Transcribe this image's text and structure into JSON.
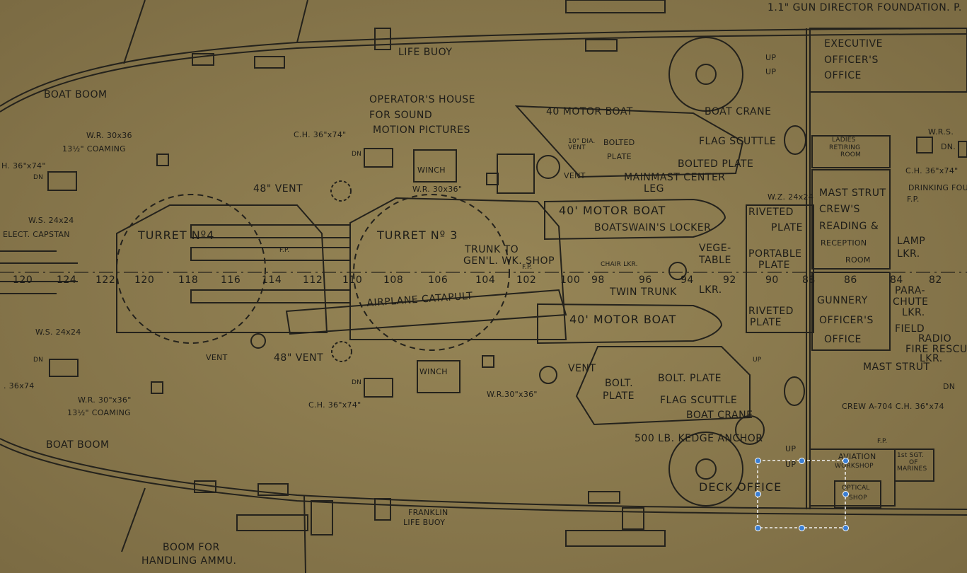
{
  "labels": {
    "gun_director": "1.1\" GUN DIRECTOR FOUNDATION. P.",
    "life_buoy": "LIFE BUOY",
    "boat_boom_top": "BOAT BOOM",
    "boat_boom_bottom": "BOAT BOOM",
    "executive_officer_1": "EXECUTIVE",
    "executive_officer_2": "OFFICER'S",
    "executive_officer_3": "OFFICE",
    "operators_house_1": "OPERATOR'S HOUSE",
    "operators_house_2": "FOR SOUND",
    "operators_house_3": "MOTION PICTURES",
    "wr_30x36_top": "W.R. 30x36",
    "coaming_top": "13½\" COAMING",
    "ch_36x74_left": "H. 36\"x74\"",
    "dn_left_top": "DN",
    "ch_36x74_mid": "C.H. 36\"x74\"",
    "dn_mid": "DN",
    "winch_top": "WINCH",
    "wr_30x36_mid": "W.R. 30x36\"",
    "vent_top": "VENT",
    "motor_boat_40_top": "40 MOTOR BOAT",
    "boat_crane_top": "BOAT CRANE",
    "bolted_plate_1": "BOLTED",
    "bolted_plate_2": "PLATE",
    "ten_in_vent": "10\" DIA. VENT",
    "flag_scuttle_top": "FLAG SCUTTLE",
    "bolted_plate_top": "BOLTED PLATE",
    "mainmast_center": "MAINMAST CENTER",
    "leg": "LEG",
    "ladies_retiring_1": "LADIES",
    "ladies_retiring_2": "RETIRING",
    "ladies_retiring_3": "ROOM",
    "wrs_right": "W.R.S.",
    "dn_right_top": "DN.",
    "ch_36x74_right": "C.H. 36\"x74\"",
    "drinking_fp_1": "DRINKING FOU",
    "drinking_fp_2": "F.P.",
    "vent_48_top": "48\" VENT",
    "ws_24x24_top": "W.S. 24x24",
    "elect_capstan": "ELECT. CAPSTAN",
    "turret_4": "TURRET Nº4",
    "turret_3": "TURRET Nº 3",
    "motor_boat_40_mid": "40' MOTOR BOAT",
    "boatswains_locker": "BOATSWAIN'S LOCKER",
    "wz_24x24_top": "W.Z. 24x24",
    "riveted_plate_1": "RIVETED",
    "riveted_plate_2": "PLATE",
    "mast_strut_top": "MAST STRUT",
    "crews_reading_1": "CREW'S",
    "crews_reading_2": "READING &",
    "crews_reading_3": "RECEPTION",
    "crews_reading_4": "ROOM",
    "lamp_lkr_1": "LAMP",
    "lamp_lkr_2": "LKR.",
    "trunk_1": "TRUNK TO",
    "trunk_2": "GEN'L. WK. SHOP",
    "chair_lkr": "CHAIR LKR.",
    "fp_mid": "F.P.",
    "fp_turret4": "F.P.",
    "vegetable_1": "VEGE-",
    "vegetable_2": "TABLE",
    "vegetable_3": "LKR.",
    "portable_plate_1": "PORTABLE",
    "portable_plate_2": "PLATE",
    "twin_trunk": "TWIN TRUNK",
    "airplane_catapult": "AIRPLANE CATAPULT",
    "motor_boat_40_low": "40' MOTOR BOAT",
    "riveted_plate_3": "RIVETED",
    "riveted_plate_4": "PLATE",
    "gunnery_1": "GUNNERY",
    "gunnery_2": "OFFICER'S",
    "gunnery_3": "OFFICE",
    "parachute_1": "PARA-",
    "parachute_2": "CHUTE",
    "parachute_3": "LKR.",
    "field_radio_1": "FIELD",
    "field_radio_2": "RADIO",
    "fire_rescue": "FIRE RESCU",
    "fire_lkr": "LKR.",
    "mast_strut_low": "MAST STRUT",
    "ws_24x24_low": "W.S. 24x24",
    "vent_low_left": "VENT",
    "vent_48_low": "48\" VENT",
    "vent_low_mid": "VENT",
    "dn_left_low": "DN",
    "ch_36x74_low_left": ". 36x74",
    "winch_low": "WINCH",
    "dn_low_mid": "DN",
    "wr_30x36_low": "W.R. 30\"x36\"",
    "coaming_low": "13½\" COAMING",
    "ch_36x74_low_mid": "C.H. 36\"x74\"",
    "wr_30x36_low_mid": "W.R.30\"x36\"",
    "bolt_plate_1": "BOLT.",
    "bolt_plate_2": "PLATE",
    "bolt_plate_r": "BOLT. PLATE",
    "flag_scuttle_low": "FLAG SCUTTLE",
    "boat_crane_low": "BOAT CRANE",
    "kedge_anchor": "500 LB. KEDGE ANCHOR",
    "crew_a704": "CREW A-704 C.H. 36\"x74",
    "dn_right_low": "DN",
    "up_1": "UP",
    "up_2": "UP",
    "up_3": "UP",
    "up_4": "UP",
    "up_5": "UP",
    "aviation_1": "AVIATION",
    "aviation_2": "WORKSHOP",
    "marines_1": "1st SGT.",
    "marines_2": "OF",
    "marines_3": "MARINES",
    "deck_office": "DECK OFFICE",
    "optical_1": "OPTICAL",
    "optical_2": "SHOP",
    "fp_right": "F.P.",
    "franklin_1": "FRANKLIN",
    "franklin_2": "LIFE BUOY",
    "boom_ammu_1": "BOOM FOR",
    "boom_ammu_2": "HANDLING AMMU."
  },
  "frames": [
    "120",
    "124",
    "122",
    "120",
    "118",
    "116",
    "114",
    "112",
    "110",
    "108",
    "106",
    "104",
    "102",
    "100",
    "98",
    "96",
    "94",
    "92",
    "90",
    "88",
    "86",
    "84",
    "82"
  ],
  "colors": {
    "paper": "#8a7a4e",
    "ink": "#1d1c18",
    "selection": "#3b7fd4"
  }
}
